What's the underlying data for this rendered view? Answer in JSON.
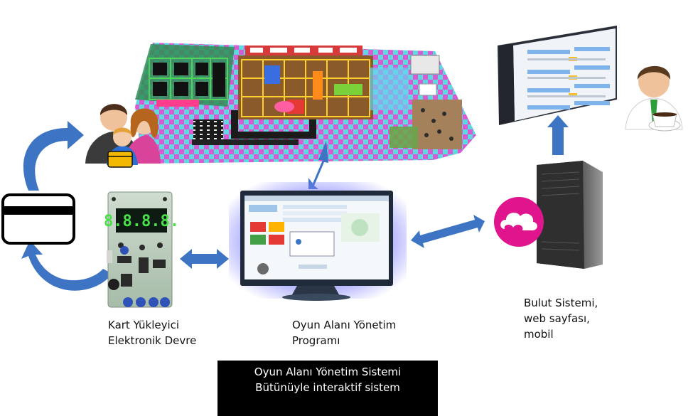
{
  "labels": {
    "card_loader_line1": "Kart Yükleyici",
    "card_loader_line2": "Elektronik Devre",
    "program_line1": "Oyun Alanı Yönetim",
    "program_line2": "Programı",
    "cloud_line1": "Bulut Sistemi,",
    "cloud_line2": "web sayfası,",
    "cloud_line3": "mobil"
  },
  "caption": {
    "line1": "Oyun Alanı Yönetim Sistemi",
    "line2": "Bütünüyle interaktif  sistem"
  },
  "display": {
    "digits": "8.8.8.8."
  },
  "colors": {
    "arrow_blue": "#3d74c4",
    "floor_pink": "#d85bd3",
    "floor_cyan": "#5ed9e0",
    "cloud_magenta": "#e0148c"
  }
}
